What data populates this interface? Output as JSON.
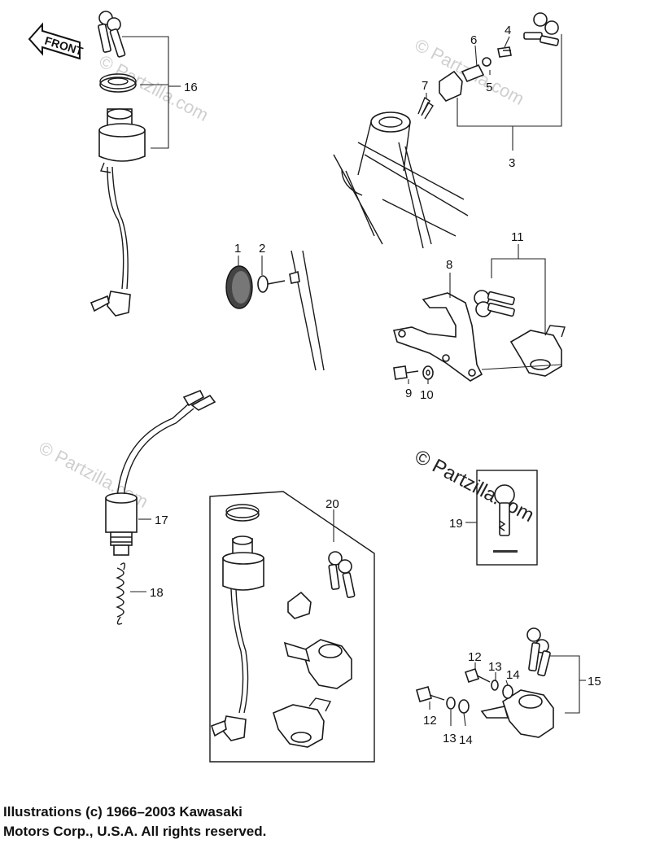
{
  "diagram": {
    "front_label": "FRONT",
    "watermark": "© Partzilla.com",
    "callouts": {
      "c1": "1",
      "c2": "2",
      "c3": "3",
      "c4": "4",
      "c5": "5",
      "c6": "6",
      "c7": "7",
      "c8": "8",
      "c9": "9",
      "c10": "10",
      "c11": "11",
      "c12a": "12",
      "c12b": "12",
      "c13a": "13",
      "c13b": "13",
      "c14a": "14",
      "c14b": "14",
      "c15": "15",
      "c16": "16",
      "c17": "17",
      "c18": "18",
      "c19": "19",
      "c20": "20"
    }
  },
  "copyright": {
    "line1": "Illustrations (c) 1966–2003 Kawasaki",
    "line2": "Motors Corp., U.S.A.  All rights reserved."
  }
}
